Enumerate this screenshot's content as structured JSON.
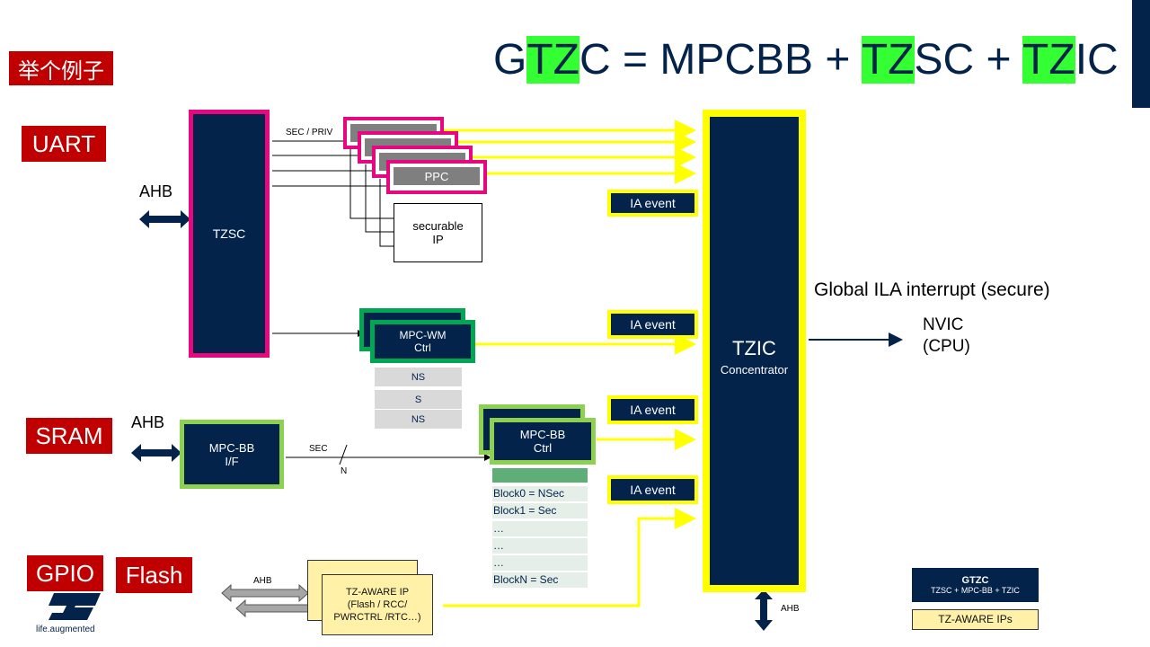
{
  "title": {
    "g": "G",
    "tz1": "TZ",
    "rest1": "C = MPCBB + ",
    "tz2": "TZ",
    "rest2": "SC + ",
    "tz3": "TZ",
    "rest3": "IC"
  },
  "example_tag": "举个例子",
  "labels": {
    "uart": "UART",
    "sram": "SRAM",
    "gpio": "GPIO",
    "flash": "Flash",
    "ahb": "AHB",
    "ahb_small": "AHB",
    "tzsc": "TZSC",
    "sec_priv": "SEC  / PRIV",
    "ppc": "PPC",
    "securable_ip": "securable\nIP",
    "mpc_wm": "MPC-WM\nCtrl",
    "mpc_bb_if": "MPC-BB\nI/F",
    "mpc_bb_ctrl": "MPC-BB\nCtrl",
    "sec": "SEC",
    "n": "N",
    "tzic_title": "TZIC",
    "tzic_sub": "Concentrator",
    "global_ila": "Global ILA interrupt (secure)",
    "nvic": "NVIC\n(CPU)",
    "tz_aware_ip": "TZ-AWARE  IP\n(Flash / RCC/\nPWRCTRL /RTC…)"
  },
  "ia_events": [
    "IA event",
    "IA event",
    "IA event",
    "IA event"
  ],
  "wm_regions": [
    "NS",
    "S",
    "NS"
  ],
  "bb_blocks": [
    "",
    "Block0 = NSec",
    "Block1 = Sec",
    "…",
    "…",
    "…",
    "BlockN = Sec"
  ],
  "legend": {
    "gtzc_title": "GTZC",
    "gtzc_sub": "TZSC + MPC-BB  + TZIC",
    "tz_aware": "TZ-AWARE IPs"
  },
  "brand": {
    "tagline": "life.augmented"
  },
  "colors": {
    "navy": "#03234b",
    "yellow": "#ffff00",
    "magenta": "#e5087e",
    "green": "#00a651",
    "light_green": "#8cd250",
    "red": "#c00000",
    "highlight": "#33ff33"
  }
}
